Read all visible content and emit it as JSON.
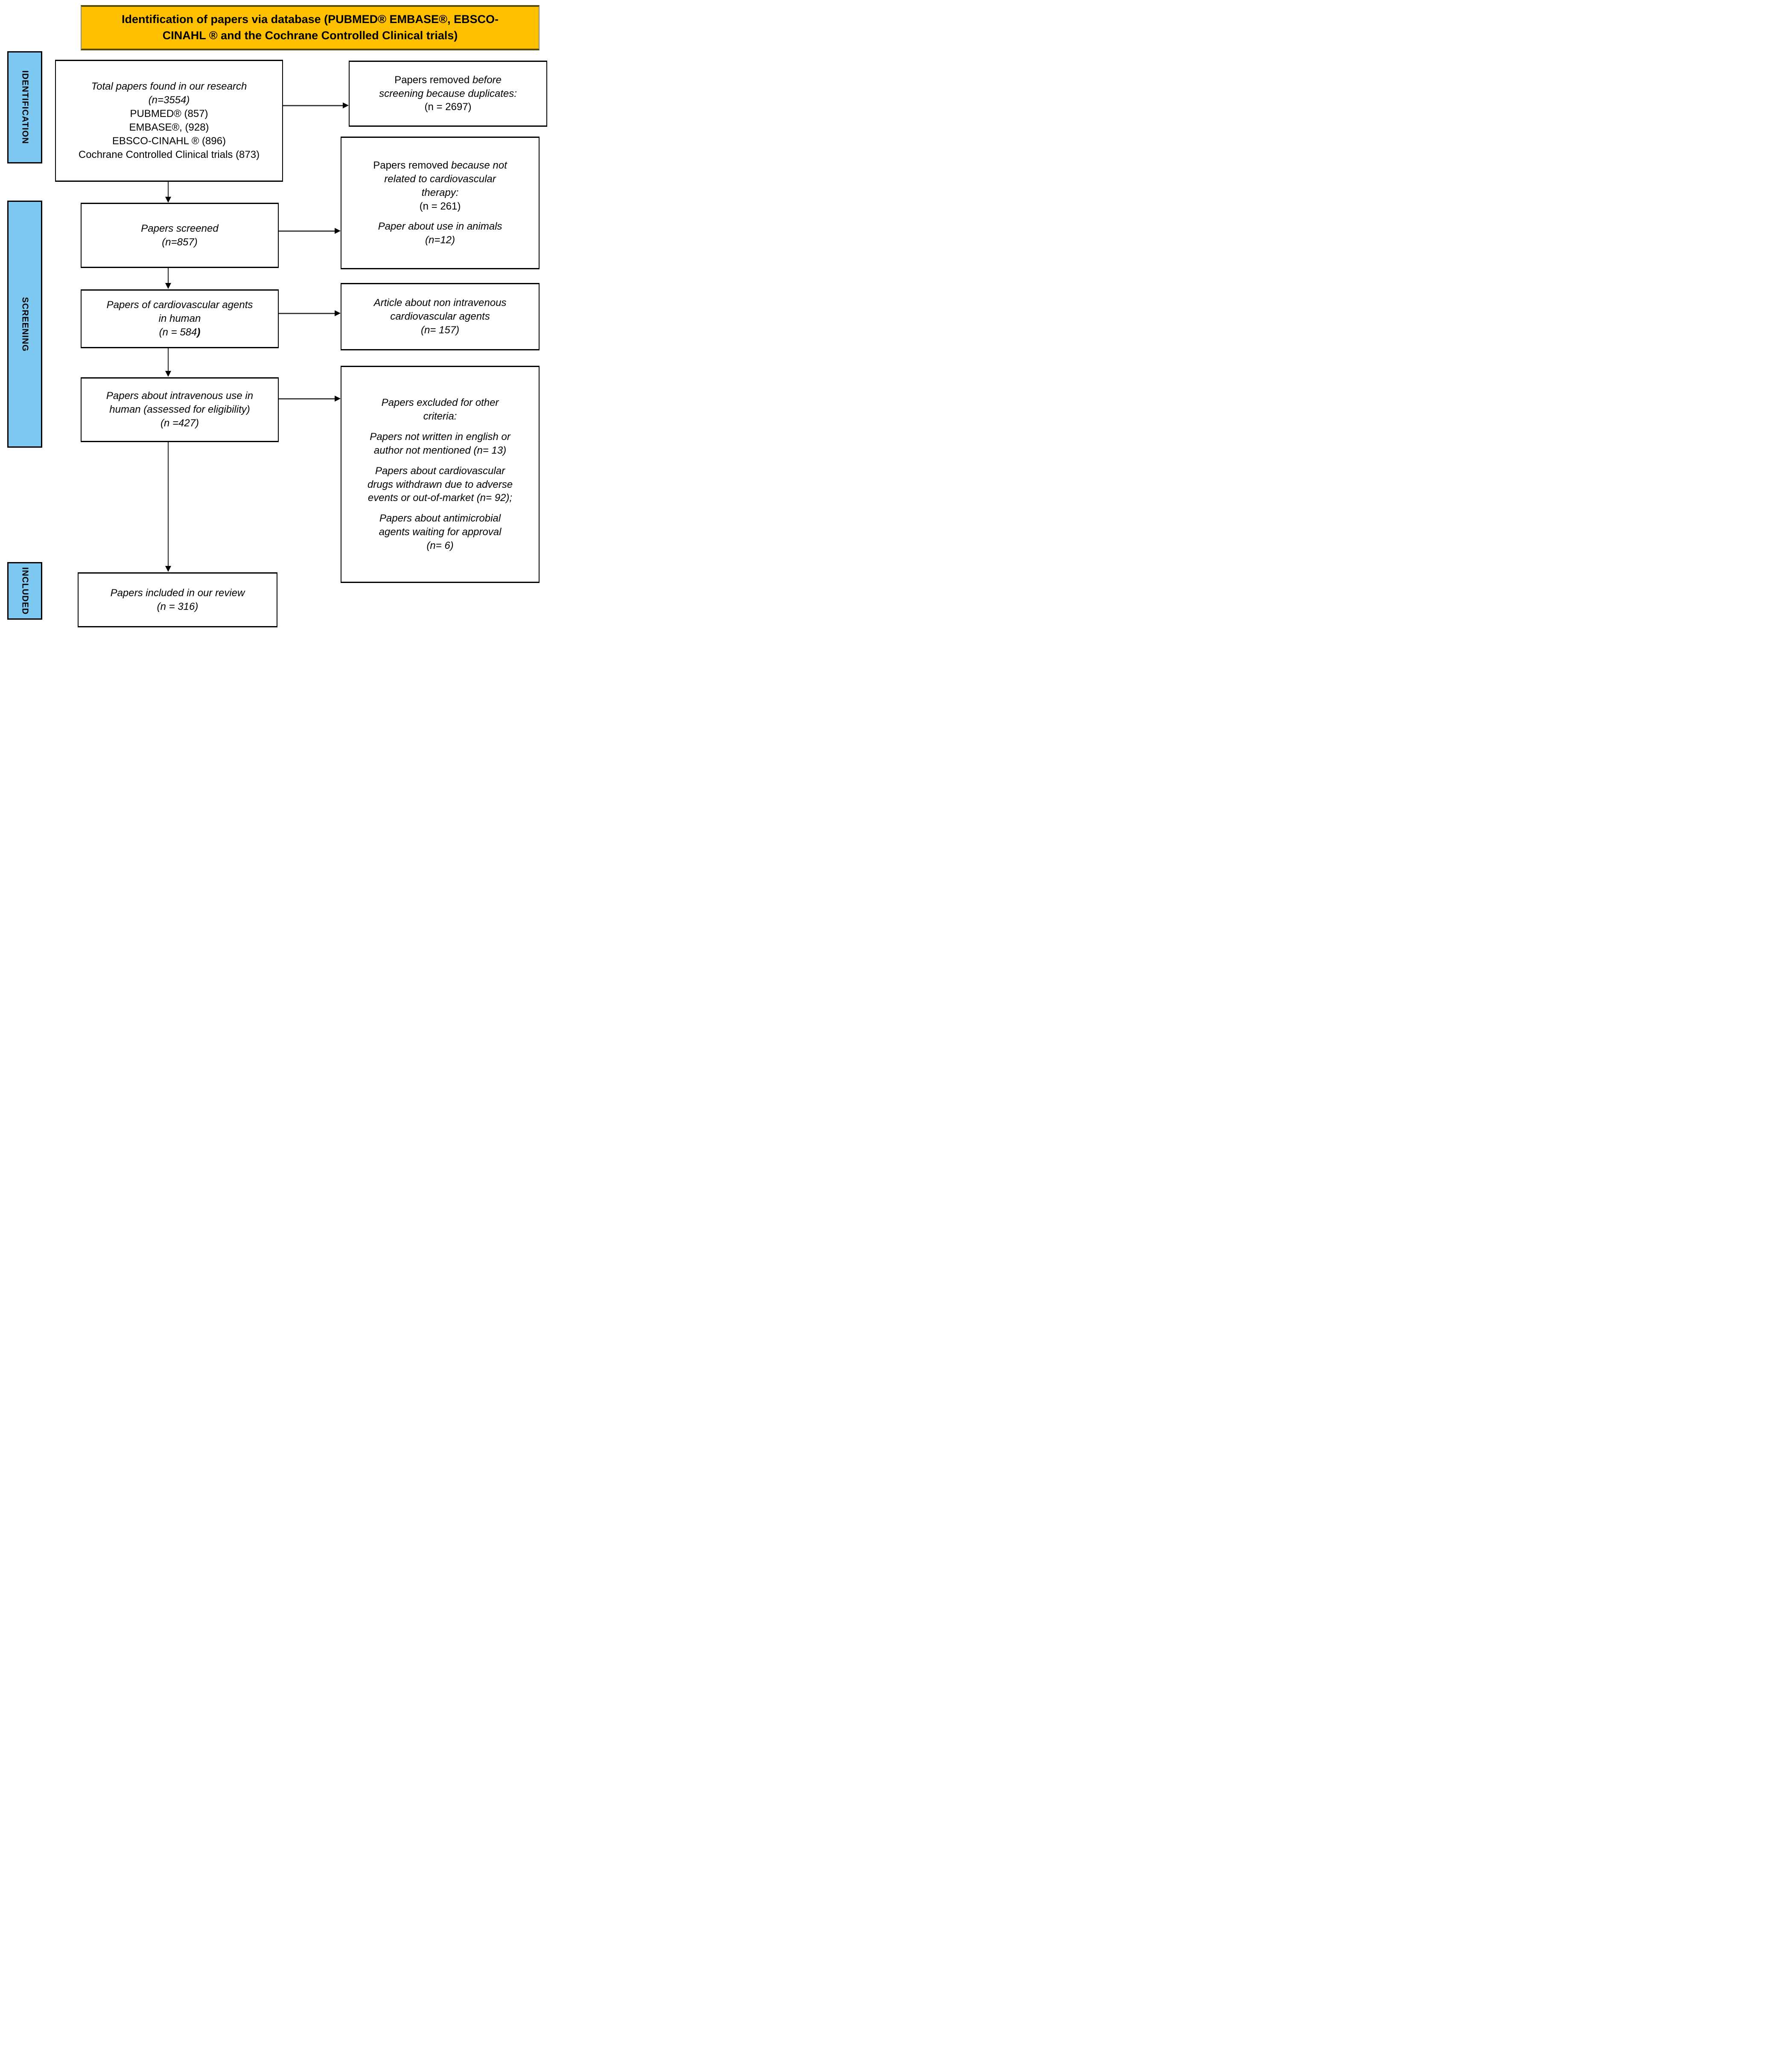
{
  "diagram": {
    "colors": {
      "banner_fill": "#FFC000",
      "stage_fill": "#7EC9F2",
      "box_border": "#000000",
      "connector": "#3F3F3F"
    },
    "banner": {
      "lines": [
        [
          {
            "t": "Identification of papers via database (PUBMED® EMBASE®, EBSCO-"
          }
        ],
        [
          {
            "t": "CINAHL ® and the Cochrane Controlled Clinical trials)"
          }
        ]
      ]
    },
    "stages": {
      "identification": "IDENTIFICATION",
      "screening": "SCREENING",
      "included": "INCLUDED"
    },
    "boxes": {
      "total_found": {
        "lines": [
          [
            {
              "t": "Total papers found in our research",
              "i": true
            }
          ],
          [
            {
              "t": "(n=3554)",
              "i": true
            }
          ],
          [
            {
              "t": "PUBMED® (857)"
            }
          ],
          [
            {
              "t": "EMBASE®, (928)"
            }
          ],
          [
            {
              "t": "EBSCO-CINAHL ® (896)"
            }
          ],
          [
            {
              "t": "Cochrane Controlled Clinical trials (873)"
            }
          ]
        ]
      },
      "removed_duplicates": {
        "lines": [
          [
            {
              "t": "Papers removed "
            },
            {
              "t": "before",
              "i": true
            }
          ],
          [
            {
              "t": "screening because duplicates:",
              "i": true
            }
          ],
          [
            {
              "t": "(n = 2697)"
            }
          ]
        ]
      },
      "screened": {
        "lines": [
          [
            {
              "t": "Papers screened",
              "i": true
            }
          ],
          [
            {
              "t": "(n=857)",
              "i": true
            }
          ]
        ]
      },
      "removed_not_cardio": {
        "lines": [
          [
            {
              "t": "Papers removed "
            },
            {
              "t": "because not",
              "i": true
            }
          ],
          [
            {
              "t": "related to cardiovascular",
              "i": true
            }
          ],
          [
            {
              "t": "therapy:",
              "i": true
            }
          ],
          [
            {
              "t": "(n = 261)"
            }
          ],
          [],
          [
            {
              "t": "Paper about use in animals",
              "i": true
            }
          ],
          [
            {
              "t": "(n=12)",
              "i": true
            }
          ]
        ]
      },
      "cardio_human": {
        "lines": [
          [
            {
              "t": "Papers of cardiovascular agents",
              "i": true
            }
          ],
          [
            {
              "t": "in human",
              "i": true
            }
          ],
          [
            {
              "t": "(n = 584",
              "i": true
            },
            {
              "t": ")",
              "i": true,
              "b": true
            }
          ]
        ]
      },
      "non_intravenous": {
        "lines": [
          [
            {
              "t": "Article about non intravenous",
              "i": true
            }
          ],
          [
            {
              "t": "cardiovascular agents",
              "i": true
            }
          ],
          [
            {
              "t": "(n= 157)",
              "i": true
            }
          ]
        ]
      },
      "intravenous_human": {
        "lines": [
          [
            {
              "t": "Papers about intravenous use in",
              "i": true
            }
          ],
          [
            {
              "t": "human (assessed for eligibility)",
              "i": true
            }
          ],
          [
            {
              "t": "(n =427)",
              "i": true
            }
          ]
        ]
      },
      "excluded_other": {
        "lines": [
          [
            {
              "t": "Papers excluded for other",
              "i": true
            }
          ],
          [
            {
              "t": "criteria:",
              "i": true
            }
          ],
          [],
          [
            {
              "t": "Papers not written in english or",
              "i": true
            }
          ],
          [
            {
              "t": "author not mentioned (n= 13)",
              "i": true
            }
          ],
          [],
          [
            {
              "t": "Papers about cardiovascular",
              "i": true
            }
          ],
          [
            {
              "t": "drugs withdrawn due to adverse",
              "i": true
            }
          ],
          [
            {
              "t": "events or out-of-market (n= 92);",
              "i": true
            }
          ],
          [],
          [
            {
              "t": "Papers about antimicrobial",
              "i": true
            }
          ],
          [
            {
              "t": "agents waiting for approval",
              "i": true
            }
          ],
          [
            {
              "t": "(n= 6)",
              "i": true
            }
          ]
        ]
      },
      "included_review": {
        "lines": [
          [
            {
              "t": "Papers included in our review",
              "i": true
            }
          ],
          [
            {
              "t": "(n = 316)",
              "i": true
            }
          ]
        ]
      }
    }
  }
}
